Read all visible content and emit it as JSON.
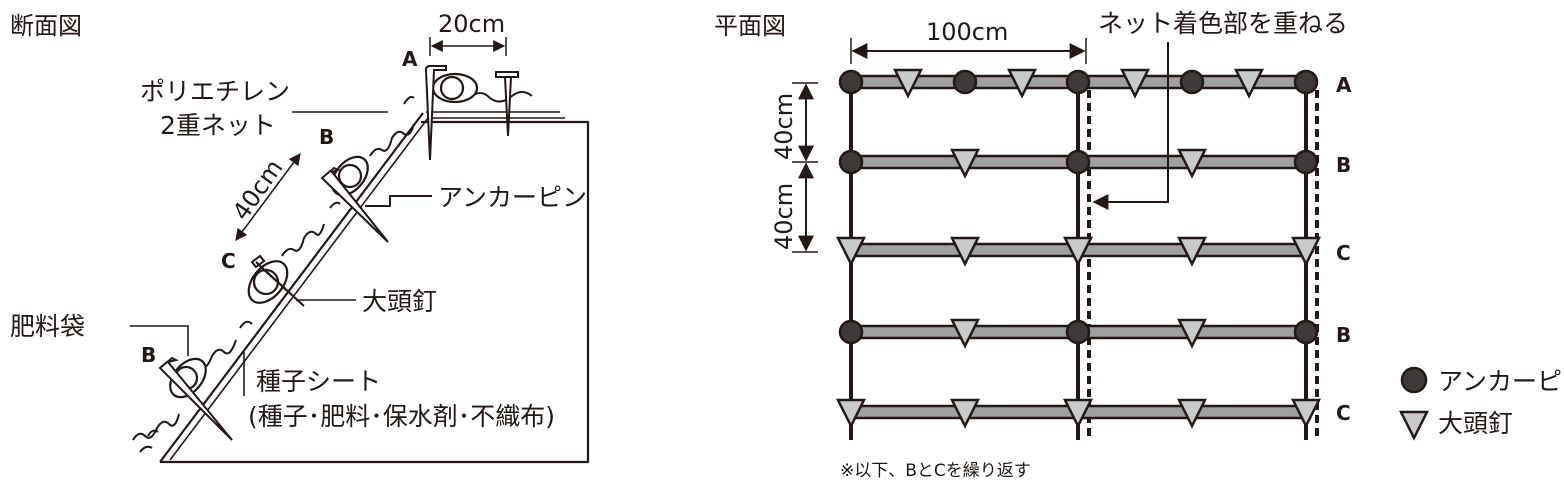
{
  "section": {
    "title": "断面図",
    "dim_top": "20cm",
    "dim_slope": "40cm",
    "label_a": "A",
    "label_b1": "B",
    "label_c": "C",
    "label_b2": "B",
    "net": [
      "ポリエチレン",
      "2重ネット"
    ],
    "anchor_pin": "アンカーピン",
    "nail": "大頭釘",
    "fert_bag": "肥料袋",
    "seed_sheet": [
      "種子シート",
      "(種子･肥料･保水剤･不織布)"
    ]
  },
  "plan": {
    "title": "平面図",
    "dim_width": "100cm",
    "dim_height_1": "40cm",
    "dim_height_2": "40cm",
    "overlap_note": "ネット着色部を重ねる",
    "row_labels": [
      "A",
      "B",
      "C",
      "B",
      "C"
    ],
    "footnote": "※以下、BとCを繰り返す"
  },
  "legend": {
    "items": [
      {
        "label": "アンカーピン",
        "icon": "circle-icon"
      },
      {
        "label": "大頭釘",
        "icon": "triangle-icon"
      }
    ]
  },
  "colors": {
    "ink": "#231815",
    "pin_fill": "#3e3a39",
    "nail_fill": "#c9caca",
    "band_fill": "#9fa0a0"
  }
}
